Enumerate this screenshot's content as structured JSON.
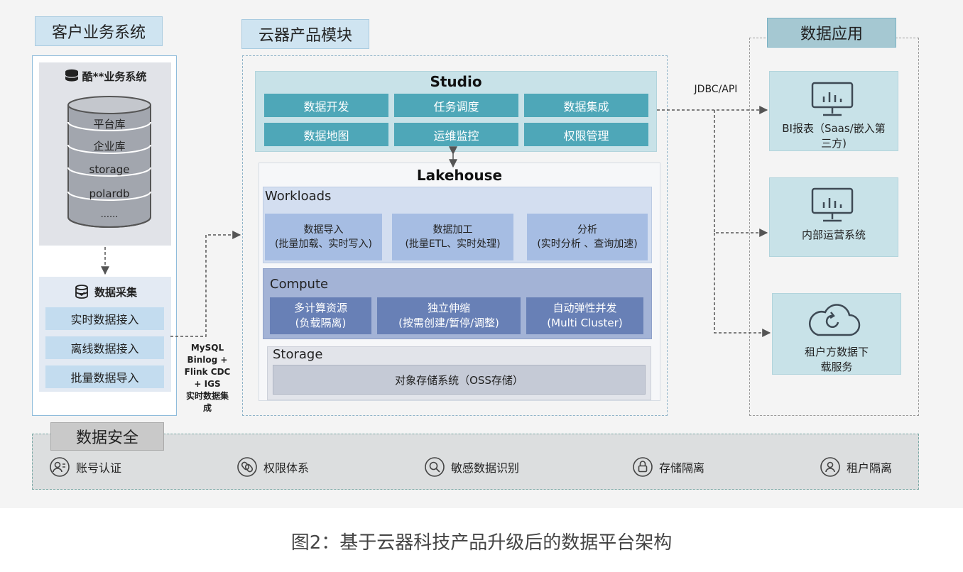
{
  "left": {
    "title": "客户业务系统",
    "system_title": "酷**业务系统",
    "db_items": [
      "平台库",
      "企业库",
      "storage",
      "polardb",
      "......"
    ],
    "collect_title": "数据采集",
    "collect_items": [
      "实时数据接入",
      "离线数据接入",
      "批量数据导入"
    ],
    "integration_label": [
      "MySQL",
      "Binlog +",
      "Flink CDC",
      "+ IGS",
      "实时数据集",
      "成"
    ]
  },
  "middle": {
    "title": "云器产品模块",
    "studio": {
      "title": "Studio",
      "items": [
        "数据开发",
        "任务调度",
        "数据集成",
        "数据地图",
        "运维监控",
        "权限管理"
      ]
    },
    "lakehouse": {
      "title": "Lakehouse",
      "workloads": {
        "title": "Workloads",
        "items": [
          {
            "line1": "数据导入",
            "line2": "(批量加载、实时写入)"
          },
          {
            "line1": "数据加工",
            "line2": "(批量ETL、实时处理)"
          },
          {
            "line1": "分析",
            "line2": "(实时分析 、查询加速)"
          }
        ]
      },
      "compute": {
        "title": "Compute",
        "items": [
          {
            "line1": "多计算资源",
            "line2": "(负载隔离)"
          },
          {
            "line1": "独立伸缩",
            "line2": "(按需创建/暂停/调整)"
          },
          {
            "line1": "自动弹性并发",
            "line2": "(Multi Cluster)"
          }
        ]
      },
      "storage": {
        "title": "Storage",
        "item": "对象存储系统（OSS存储）"
      }
    }
  },
  "connector_label": "JDBC/API",
  "right": {
    "title": "数据应用",
    "apps": [
      {
        "line1": "BI报表（Saas/嵌入第",
        "line2": "三方)",
        "icon": "monitor-chart-icon"
      },
      {
        "line1": "内部运营系统",
        "line2": "",
        "icon": "monitor-chart-icon"
      },
      {
        "line1": "租户方数据下",
        "line2": "载服务",
        "icon": "cloud-download-icon"
      }
    ]
  },
  "security": {
    "title": "数据安全",
    "items": [
      {
        "label": "账号认证",
        "icon": "account-icon"
      },
      {
        "label": "权限体系",
        "icon": "permission-icon"
      },
      {
        "label": "敏感数据识别",
        "icon": "magnifier-icon"
      },
      {
        "label": "存储隔离",
        "icon": "lock-icon"
      },
      {
        "label": "租户隔离",
        "icon": "user-icon"
      }
    ]
  },
  "caption": "图2：基于云器科技产品升级后的数据平台架构",
  "colors": {
    "studio_item": "#4ea7b8",
    "compute_item": "#6880b6",
    "workload_item": "#a6bde3",
    "app_box": "#c8e2e8"
  }
}
